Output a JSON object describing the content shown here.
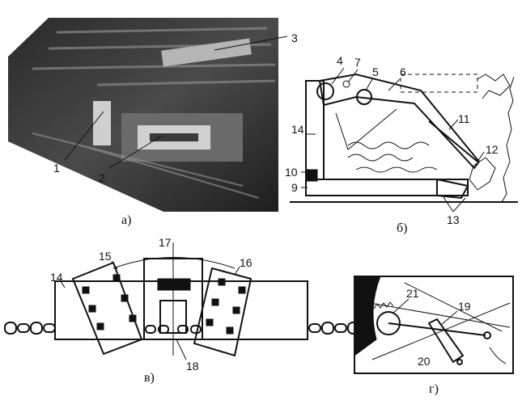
{
  "panels": {
    "a": {
      "caption": "а)",
      "callouts": [
        "1",
        "2",
        "3"
      ]
    },
    "b": {
      "caption": "б)",
      "callouts": [
        "4",
        "5",
        "6",
        "7",
        "9",
        "10",
        "11",
        "12",
        "13",
        "14"
      ]
    },
    "v": {
      "caption": "в)",
      "callouts": [
        "14",
        "15",
        "16",
        "17",
        "18"
      ]
    },
    "g": {
      "caption": "г)",
      "callouts": [
        "19",
        "20",
        "21"
      ]
    }
  }
}
